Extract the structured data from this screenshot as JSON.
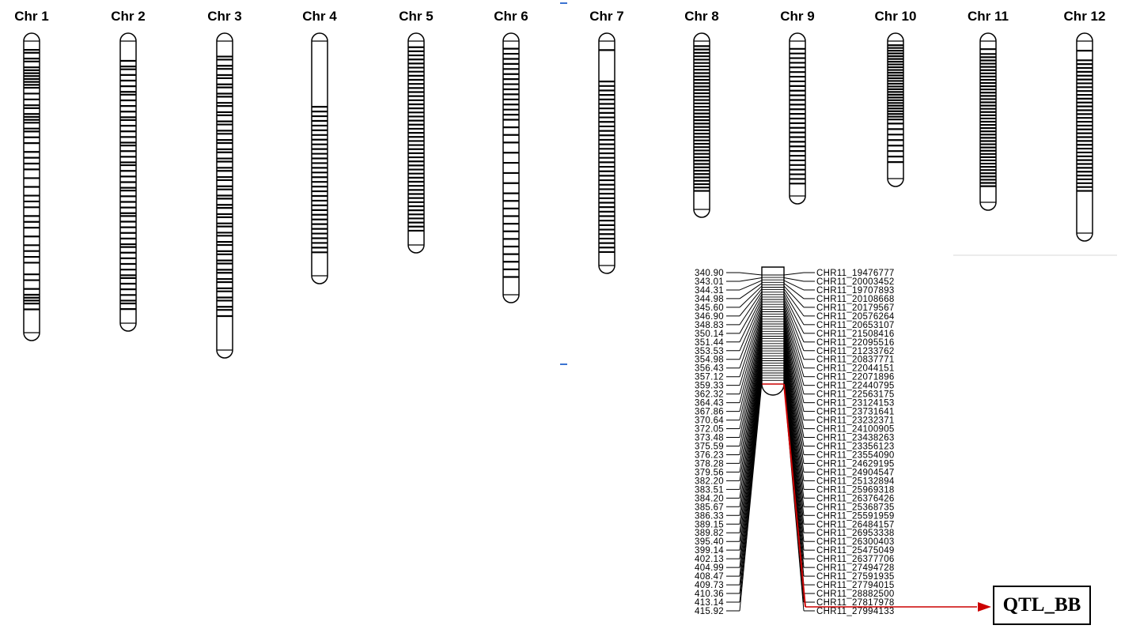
{
  "chromosomes": [
    {
      "label": "Chr 1",
      "bands": [
        3,
        4,
        6,
        7,
        9,
        10,
        11,
        12,
        13,
        14,
        15,
        16,
        18,
        20,
        22,
        23,
        25,
        26,
        27,
        28,
        30,
        31,
        33,
        35,
        38,
        40,
        42,
        44,
        47,
        50,
        53,
        55,
        57,
        60,
        62,
        64,
        67,
        70,
        72,
        74,
        76,
        80,
        82,
        85,
        87,
        88,
        89,
        90,
        92
      ]
    },
    {
      "label": "Chr 2",
      "bands": [
        7,
        9,
        10,
        12,
        14,
        16,
        18,
        19,
        21,
        23,
        25,
        27,
        28,
        30,
        32,
        34,
        36,
        37,
        39,
        41,
        43,
        44,
        46,
        48,
        50,
        52,
        53,
        55,
        57,
        59,
        61,
        62,
        64,
        66,
        68,
        70,
        72,
        73,
        75,
        77,
        79,
        81,
        83,
        84,
        86,
        88,
        90,
        92,
        93,
        95
      ]
    },
    {
      "label": "Chr 3",
      "bands": [
        5,
        6,
        8,
        9,
        11,
        12,
        14,
        15,
        17,
        18,
        20,
        21,
        23,
        24,
        26,
        27,
        29,
        30,
        32,
        33,
        35,
        36,
        38,
        39,
        41,
        42,
        44,
        45,
        47,
        48,
        50,
        51,
        53,
        54,
        56,
        57,
        59,
        60,
        62,
        63,
        65,
        66,
        68,
        69,
        71,
        72,
        74,
        75,
        77,
        78,
        80,
        81,
        83,
        84,
        86,
        87,
        89
      ]
    },
    {
      "label": "Chr 4",
      "bands": [
        28,
        30,
        32,
        34,
        36,
        38,
        40,
        42,
        44,
        46,
        48,
        50,
        52,
        54,
        56,
        58,
        60,
        62,
        64,
        66,
        68,
        70,
        72,
        74,
        76,
        78,
        80,
        82,
        84,
        86,
        88,
        90
      ]
    },
    {
      "label": "Chr 5",
      "bands": [
        3,
        5,
        7,
        9,
        11,
        13,
        15,
        17,
        19,
        21,
        23,
        25,
        27,
        29,
        31,
        33,
        35,
        37,
        39,
        41,
        43,
        45,
        47,
        49,
        51,
        53,
        55,
        57,
        59,
        61,
        63,
        65,
        67,
        69,
        71,
        73,
        75,
        77,
        79,
        81,
        83,
        85,
        87,
        89,
        91,
        93
      ]
    },
    {
      "label": "Chr 6",
      "bands": [
        3,
        5,
        7,
        9,
        11,
        13,
        15,
        17,
        19,
        21,
        23,
        25,
        27,
        29,
        31,
        34,
        37,
        40,
        44,
        48,
        52,
        56,
        60,
        63,
        66,
        69,
        72,
        75,
        78,
        81,
        84,
        87,
        90,
        93
      ]
    },
    {
      "label": "Chr 7",
      "bands": [
        4,
        18,
        20,
        22,
        24,
        26,
        28,
        30,
        32,
        34,
        36,
        38,
        40,
        42,
        44,
        46,
        48,
        50,
        52,
        54,
        56,
        58,
        60,
        62,
        64,
        66,
        68,
        70,
        72,
        74,
        76,
        78,
        80,
        82,
        84,
        86,
        88,
        90,
        92,
        94
      ]
    },
    {
      "label": "Chr 8",
      "bands": [
        3,
        5,
        7,
        9,
        11,
        13,
        15,
        17,
        19,
        21,
        23,
        25,
        27,
        29,
        31,
        33,
        35,
        37,
        39,
        41,
        43,
        45,
        47,
        49,
        51,
        53,
        55,
        57,
        59,
        61,
        63,
        65,
        67,
        69,
        71,
        73,
        75,
        77,
        79,
        81,
        83,
        85,
        87,
        89
      ]
    },
    {
      "label": "Chr 9",
      "bands": [
        5,
        8,
        11,
        14,
        17,
        20,
        23,
        26,
        29,
        32,
        35,
        38,
        41,
        44,
        47,
        50,
        53,
        56,
        59,
        62,
        65,
        68,
        71,
        74,
        77,
        80,
        83,
        86,
        89,
        92
      ]
    },
    {
      "label": "Chr 10",
      "bands": [
        3,
        5,
        7,
        9,
        11,
        13,
        15,
        17,
        19,
        21,
        23,
        25,
        27,
        29,
        31,
        33,
        35,
        37,
        39,
        41,
        43,
        45,
        47,
        49,
        51,
        53,
        55,
        57,
        60,
        64,
        68,
        72,
        76,
        80,
        84,
        88
      ]
    },
    {
      "label": "Chr 11",
      "bands": [
        5,
        8,
        10,
        12,
        14,
        16,
        18,
        20,
        22,
        24,
        26,
        28,
        30,
        32,
        34,
        36,
        38,
        40,
        42,
        44,
        46,
        48,
        50,
        52,
        54,
        56,
        58,
        60,
        62,
        64,
        66,
        68,
        70,
        72,
        74,
        76,
        78,
        80,
        82,
        84,
        86,
        88,
        90
      ]
    },
    {
      "label": "Chr 12",
      "bands": [
        5,
        10,
        12,
        14,
        16,
        18,
        20,
        22,
        24,
        26,
        28,
        30,
        32,
        34,
        36,
        38,
        40,
        42,
        44,
        46,
        48,
        50,
        52,
        54,
        56,
        58,
        60,
        62,
        64,
        66,
        68,
        70,
        72,
        74,
        76,
        78
      ]
    }
  ],
  "zoom": {
    "positions": [
      "340.90",
      "343.01",
      "344.31",
      "344.98",
      "345.60",
      "346.90",
      "348.83",
      "350.14",
      "351.44",
      "353.53",
      "354.98",
      "356.43",
      "357.12",
      "359.33",
      "362.32",
      "364.43",
      "367.86",
      "370.64",
      "372.05",
      "373.48",
      "375.59",
      "376.23",
      "378.28",
      "379.56",
      "382.20",
      "383.51",
      "384.20",
      "385.67",
      "386.33",
      "389.15",
      "389.82",
      "395.40",
      "399.14",
      "402.13",
      "404.99",
      "408.47",
      "409.73",
      "410.36",
      "413.14",
      "415.92"
    ],
    "markers": [
      "CHR11_19476777",
      "CHR11_20003452",
      "CHR11_19707893",
      "CHR11_20108668",
      "CHR11_20179567",
      "CHR11_20576264",
      "CHR11_20653107",
      "CHR11_21508416",
      "CHR11_22095516",
      "CHR11_21233762",
      "CHR11_20837771",
      "CHR11_22044151",
      "CHR11_22071896",
      "CHR11_22440795",
      "CHR11_22563175",
      "CHR11_23124153",
      "CHR11_23731641",
      "CHR11_23232371",
      "CHR11_24100905",
      "CHR11_23438263",
      "CHR11_23356123",
      "CHR11_23554090",
      "CHR11_24629195",
      "CHR11_24904547",
      "CHR11_25132894",
      "CHR11_25969318",
      "CHR11_26376426",
      "CHR11_25368735",
      "CHR11_25591959",
      "CHR11_26484157",
      "CHR11_26953338",
      "CHR11_26300403",
      "CHR11_25475049",
      "CHR11_26377706",
      "CHR11_27494728",
      "CHR11_27591935",
      "CHR11_27794015",
      "CHR11_28882500",
      "CHR11_27817978",
      "CHR11_27994133"
    ]
  },
  "qtl": {
    "label": "QTL_BB",
    "color": "#cc0000"
  }
}
